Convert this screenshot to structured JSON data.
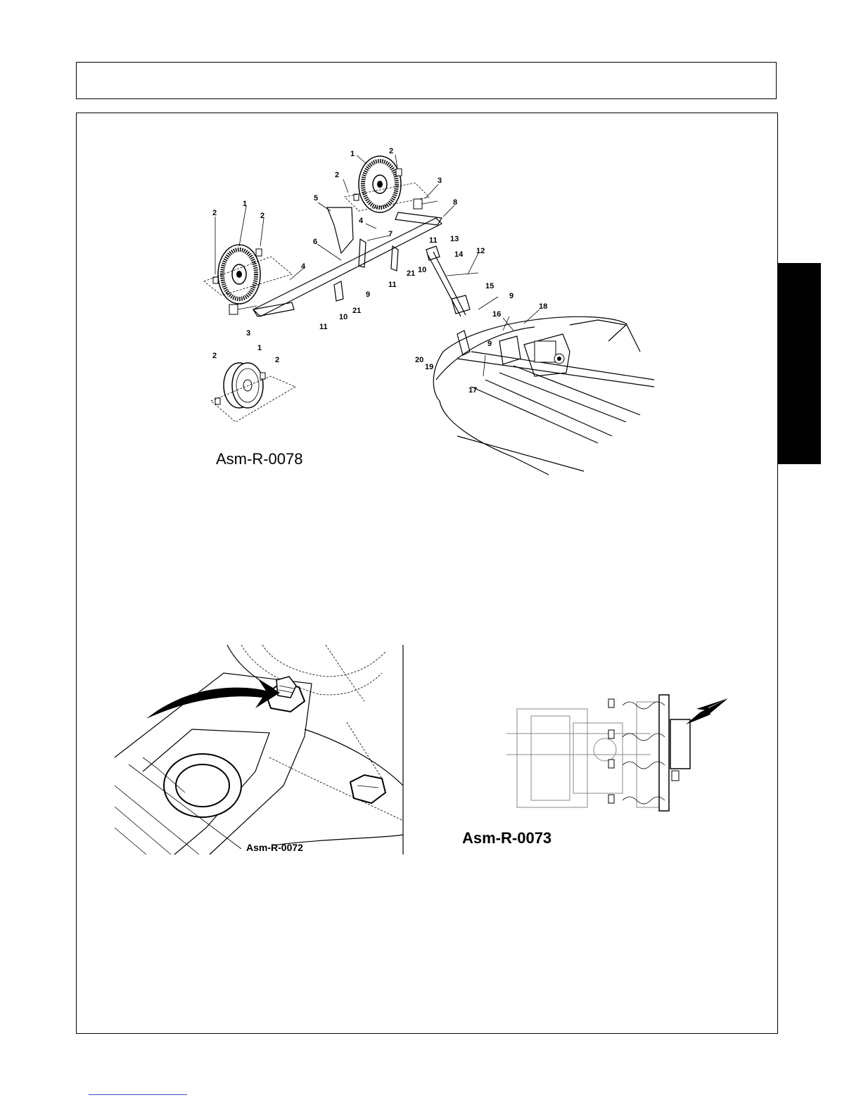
{
  "figures": {
    "top": {
      "caption": "Asm-R-0078",
      "callouts": [
        "1",
        "2",
        "2",
        "3",
        "1",
        "2",
        "2",
        "4",
        "5",
        "4",
        "6",
        "7",
        "8",
        "11",
        "13",
        "14",
        "12",
        "10",
        "21",
        "11",
        "9",
        "11",
        "10",
        "21",
        "3",
        "15",
        "9",
        "18",
        "16",
        "9",
        "20",
        "19",
        "17",
        "1",
        "2",
        "2"
      ]
    },
    "bottom_left": {
      "caption": "Asm-R-0072"
    },
    "bottom_right": {
      "caption": "Asm-R-0073"
    }
  }
}
